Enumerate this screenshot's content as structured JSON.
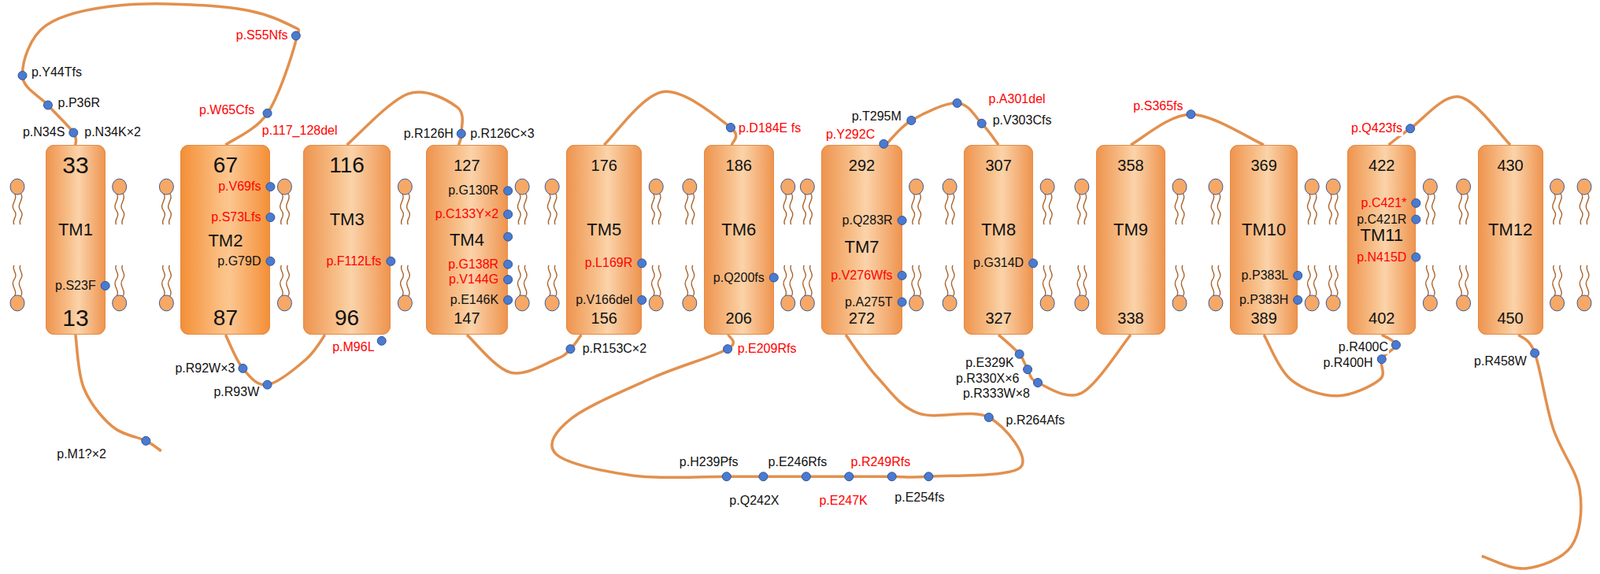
{
  "diagram": {
    "nodes": [
      {
        "text": [
          "33",
          "TM1",
          "13",
          "p.S23F"
        ]
      },
      {
        "text": [
          "67",
          "TM2",
          "87",
          "p.V69fs",
          "p.S73Lfs",
          "p.G79D"
        ]
      },
      {
        "text": [
          "116",
          "TM3",
          "96",
          "p.F112Lfs"
        ]
      },
      {
        "text": [
          "127",
          "TM4",
          "147",
          "p.G130R",
          "p.C133Y×2",
          "p.G138R",
          "p.V144G",
          "p.E146K"
        ]
      },
      {
        "text": [
          "176",
          "TM5",
          "156",
          "p.L169R",
          "p.V166del"
        ]
      },
      {
        "text": [
          "186",
          "TM6",
          "206",
          "p.Q200fs"
        ]
      },
      {
        "text": [
          "292",
          "TM7",
          "272",
          "p.Q283R",
          "p.V276Wfs",
          "p.A275T"
        ]
      },
      {
        "text": [
          "307",
          "TM8",
          "327",
          "p.G314D"
        ]
      },
      {
        "text": [
          "358",
          "TM9",
          "338"
        ]
      },
      {
        "text": [
          "369",
          "TM10",
          "389",
          "p.P383L",
          "p.P383H"
        ]
      },
      {
        "text": [
          "422",
          "TM11",
          "402",
          "p.C421*",
          "p.C421R",
          "p.N415D"
        ]
      },
      {
        "text": [
          "430",
          "TM12",
          "450"
        ]
      }
    ],
    "edges": [
      {
        "from": 0,
        "to": 1,
        "arrow": "none"
      },
      {
        "from": 1,
        "to": 2,
        "arrow": "none"
      },
      {
        "from": 2,
        "to": 3,
        "arrow": "none"
      },
      {
        "from": 3,
        "to": 4,
        "arrow": "none"
      },
      {
        "from": 4,
        "to": 5,
        "arrow": "none"
      },
      {
        "from": 5,
        "to": 6,
        "arrow": "none"
      },
      {
        "from": 6,
        "to": 7,
        "arrow": "none"
      },
      {
        "from": 7,
        "to": 8,
        "arrow": "none"
      },
      {
        "from": 8,
        "to": 9,
        "arrow": "none"
      },
      {
        "from": 9,
        "to": 10,
        "arrow": "none"
      },
      {
        "from": 10,
        "to": 11,
        "arrow": "none"
      }
    ],
    "labels": [
      "p.S55Nfs",
      "p.Y44Tfs",
      "p.P36R",
      "p.N34S",
      "p.N34K×2",
      "p.W65Cfs",
      "p.117_128del",
      "p.R126H",
      "p.R126C×3",
      "p.D184E fs",
      "p.T295M",
      "p.A301del",
      "p.Y292C",
      "p.V303Cfs",
      "p.S365fs",
      "p.Q423fs",
      "p.M96L",
      "p.R92W×3",
      "p.R93W",
      "p.R153C×2",
      "p.E209Rfs",
      "p.E329K",
      "p.R330X×6",
      "p.R333W×8",
      "p.R264Afs",
      "p.H239Pfs",
      "p.E246Rfs",
      "p.R249Rfs",
      "p.Q242X",
      "p.E247K",
      "p.E254fs",
      "p.R400C",
      "p.R400H",
      "p.R458W",
      "p.M1?×2"
    ]
  }
}
